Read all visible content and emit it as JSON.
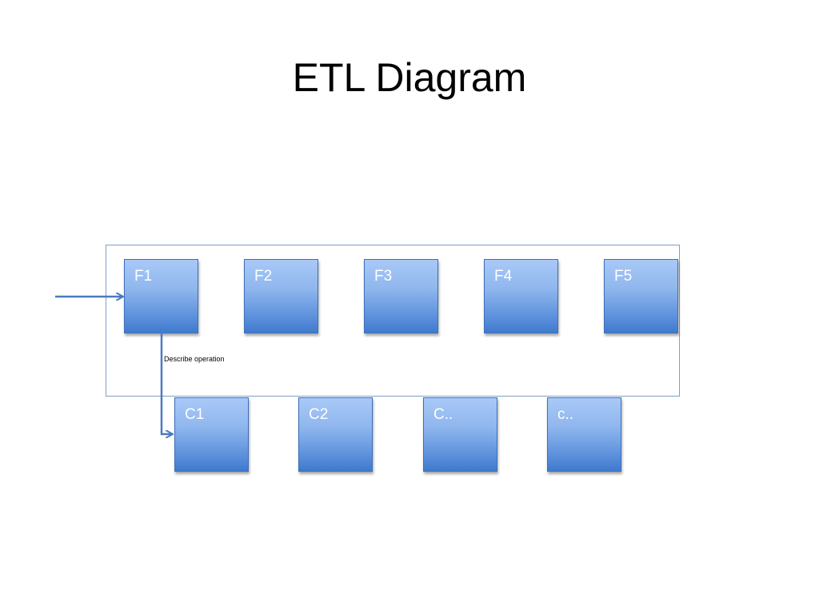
{
  "title": "ETL Diagram",
  "top_row": [
    {
      "label": "F1"
    },
    {
      "label": "F2"
    },
    {
      "label": "F3"
    },
    {
      "label": "F4"
    },
    {
      "label": "F5"
    }
  ],
  "bottom_row": [
    {
      "label": "C1"
    },
    {
      "label": "C2"
    },
    {
      "label": "C.."
    },
    {
      "label": "c.."
    }
  ],
  "edge_label": "Describe operation",
  "colors": {
    "node_fill_top": "#a9c9f7",
    "node_fill_bottom": "#3f7acd",
    "node_border": "#3e70b8",
    "arrow": "#4a7bbf",
    "container_border": "#7f9fc4",
    "node_text": "#ffffff"
  }
}
